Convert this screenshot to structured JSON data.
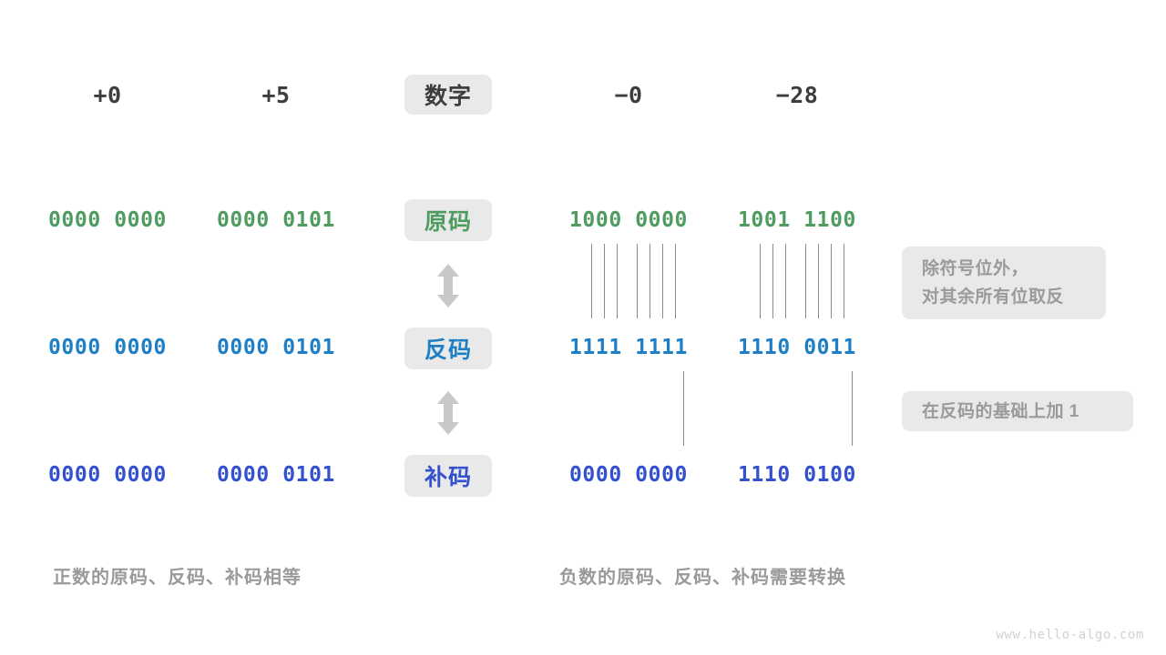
{
  "meta": {
    "watermark": "www.hello-algo.com"
  },
  "columns": {
    "headers": [
      {
        "label": "+0",
        "kind": "number"
      },
      {
        "label": "+5",
        "kind": "number"
      },
      {
        "label": "数字",
        "kind": "chip"
      },
      {
        "label": "−0",
        "kind": "number"
      },
      {
        "label": "−28",
        "kind": "number"
      }
    ]
  },
  "rows": [
    {
      "name": "原码",
      "chip_label": "原码",
      "color": "#4e9c5f",
      "values": [
        "0000 0000",
        "0000 0101",
        "1000 0000",
        "1001 1100"
      ]
    },
    {
      "name": "反码",
      "chip_label": "反码",
      "color": "#1f7fc6",
      "values": [
        "0000 0000",
        "0000 0101",
        "1111 1111",
        "1110 0011"
      ]
    },
    {
      "name": "补码",
      "chip_label": "补码",
      "color": "#3351cf",
      "values": [
        "0000 0000",
        "0000 0101",
        "0000 0000",
        "1110 0100"
      ]
    }
  ],
  "notes": [
    {
      "id": "invert-note",
      "lines": [
        "除符号位外，",
        "对其余所有位取反"
      ]
    },
    {
      "id": "plus-one-note",
      "lines": [
        "在反码的基础上加 1"
      ]
    }
  ],
  "captions": {
    "left": "正数的原码、反码、补码相等",
    "right": "负数的原码、反码、补码需要转换"
  },
  "arrows": [
    {
      "id": "arrow-yuan-fan",
      "icon": "double-vertical-arrow-icon"
    },
    {
      "id": "arrow-fan-bu",
      "icon": "double-vertical-arrow-icon"
    }
  ]
}
